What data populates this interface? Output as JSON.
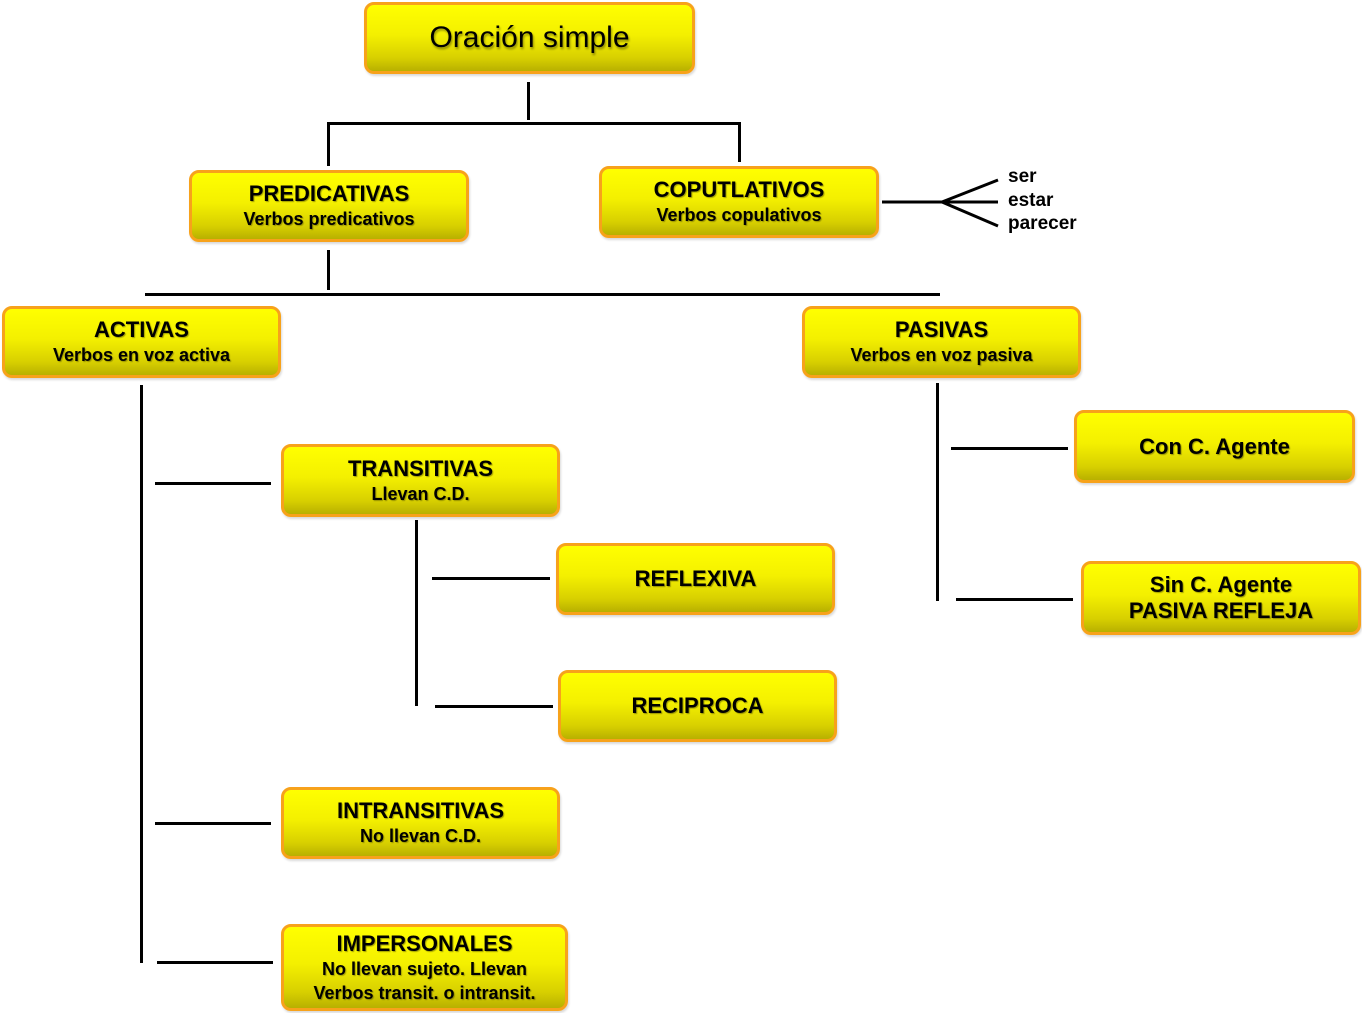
{
  "root": {
    "title": "Oración simple"
  },
  "predicativas": {
    "title": "PREDICATIVAS",
    "subtitle": "Verbos predicativos"
  },
  "copulativos": {
    "title": "COPUTLATIVOS",
    "subtitle": "Verbos copulativos",
    "verbs": [
      "ser",
      "estar",
      "parecer"
    ]
  },
  "activas": {
    "title": "ACTIVAS",
    "subtitle": "Verbos en voz activa"
  },
  "pasivas": {
    "title": "PASIVAS",
    "subtitle": "Verbos en voz pasiva"
  },
  "transitivas": {
    "title": "TRANSITIVAS",
    "subtitle": "Llevan C.D."
  },
  "reflexiva": {
    "title": "REFLEXIVA"
  },
  "reciproca": {
    "title": "RECIPROCA"
  },
  "intransitivas": {
    "title": "INTRANSITIVAS",
    "subtitle": "No llevan C.D."
  },
  "impersonales": {
    "title": "IMPERSONALES",
    "line1": "No llevan sujeto. Llevan",
    "line2": "Verbos transit. o intransit."
  },
  "con_agente": {
    "title": "Con C. Agente"
  },
  "sin_agente": {
    "title": "Sin C. Agente",
    "subtitle": "PASIVA REFLEJA"
  }
}
